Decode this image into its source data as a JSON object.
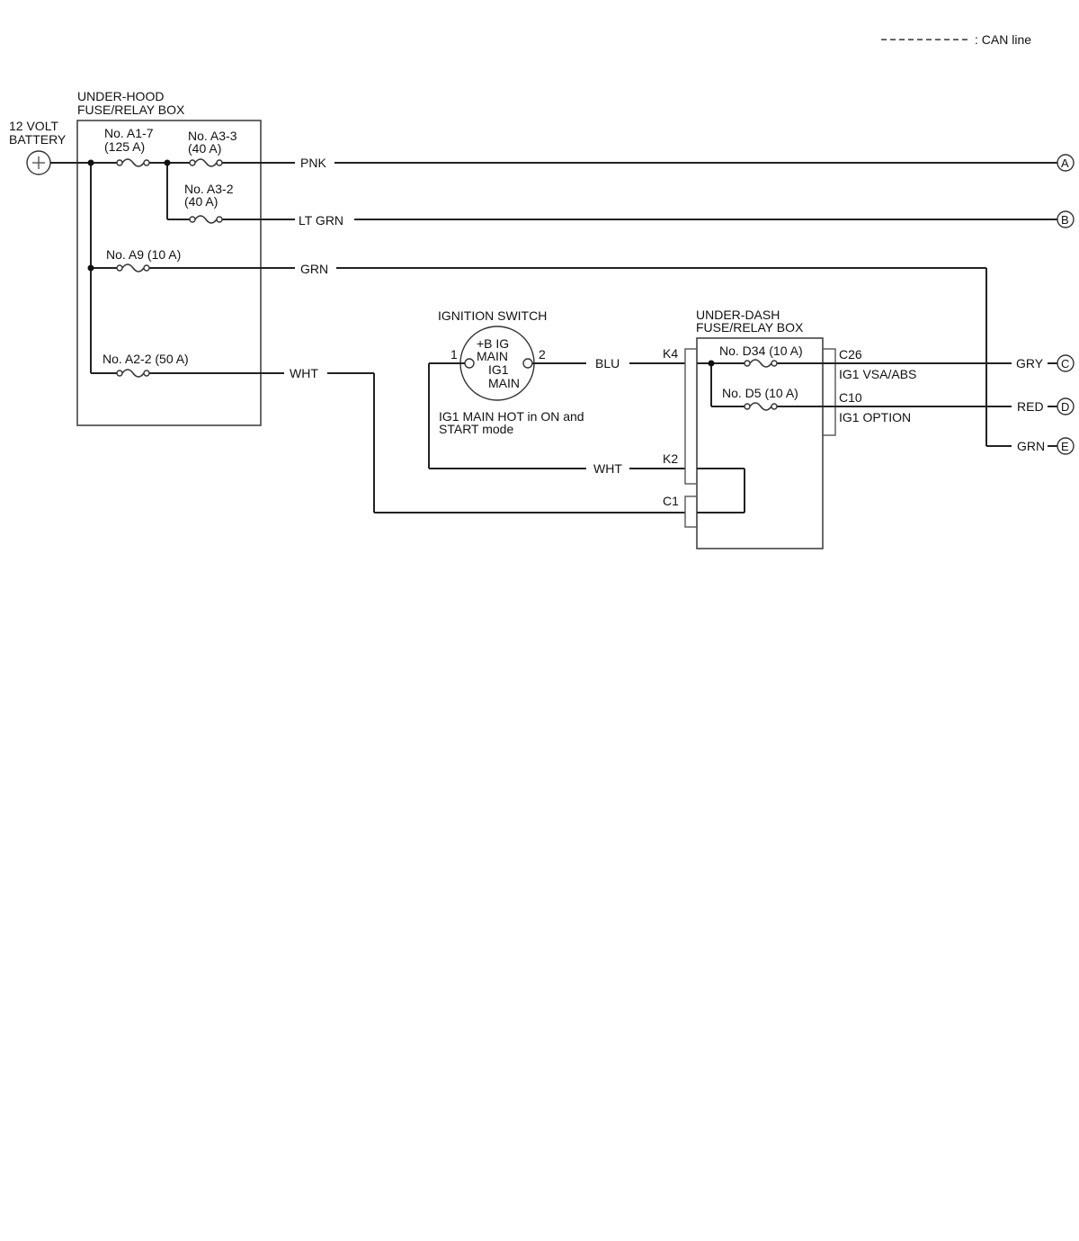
{
  "legend": {
    "can_line": ": CAN line"
  },
  "battery": {
    "label_line1": "12 VOLT",
    "label_line2": "BATTERY"
  },
  "underhood_box": {
    "line1": "UNDER-HOOD",
    "line2": "FUSE/RELAY BOX"
  },
  "fuses": {
    "a1_7": {
      "line1": "No. A1-7",
      "line2": "(125 A)"
    },
    "a3_3": {
      "line1": "No. A3-3",
      "line2": "(40 A)"
    },
    "a3_2": {
      "line1": "No. A3-2",
      "line2": "(40 A)"
    },
    "a9": "No. A9 (10 A)",
    "a2_2": "No. A2-2 (50 A)",
    "d34": "No. D34 (10 A)",
    "d5": "No. D5 (10 A)"
  },
  "wires": {
    "pnk": "PNK",
    "lt_grn": "LT GRN",
    "grn": "GRN",
    "wht_upper": "WHT",
    "blu": "BLU",
    "wht_lower": "WHT",
    "gry": "GRY",
    "red": "RED",
    "grn_out": "GRN"
  },
  "ignition_switch": {
    "title": "IGNITION SWITCH",
    "pos1": "1",
    "pos2": "2",
    "b_ig": "+B IG",
    "main1": "MAIN",
    "ig1": "IG1",
    "main2": "MAIN",
    "note_line1": "IG1 MAIN HOT in ON and",
    "note_line2": "START mode"
  },
  "underdash_box": {
    "line1": "UNDER-DASH",
    "line2": "FUSE/RELAY BOX",
    "k4": "K4",
    "k2": "K2",
    "c1": "C1",
    "c26": "C26",
    "c26_label": "IG1 VSA/ABS",
    "c10": "C10",
    "c10_label": "IG1 OPTION"
  },
  "connectors": {
    "a": "A",
    "b": "B",
    "c": "C",
    "d": "D",
    "e": "E"
  }
}
